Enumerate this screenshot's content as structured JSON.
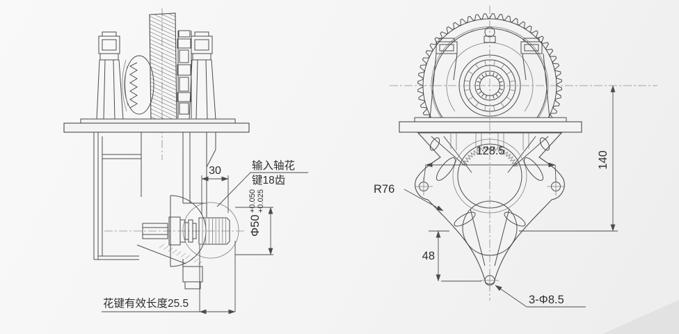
{
  "side_view": {
    "dim_offset": "30",
    "spline_note_line1": "输入轴花",
    "spline_note_line2": "键18齿",
    "shaft_diameter": "Φ50",
    "tolerance_upper": "+0.050",
    "tolerance_lower": "+0.025",
    "spline_length_note": "花键有效长度25.5"
  },
  "front_view": {
    "bolt_span": "128.5",
    "housing_radius": "R76",
    "overall_height": "140",
    "hole_offset": "48",
    "mount_holes": "3-Φ8.5"
  },
  "colors": {
    "line": "#4b4b4b",
    "text": "#2e2e2e",
    "background_light": "#f7f7f7",
    "background_shade": "#e2e2e2"
  }
}
